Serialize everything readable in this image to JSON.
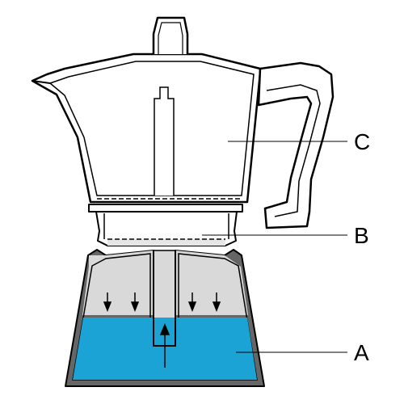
{
  "labels": {
    "a": "A",
    "b": "B",
    "c": "C"
  },
  "colors": {
    "water": "#1aa3d4",
    "steam_chamber": "#d9d9d9",
    "base_wall": "#666666",
    "outline": "#000000",
    "background": "#ffffff"
  },
  "icons": {
    "down_arrows": "arrow-down-icon",
    "up_arrow": "arrow-up-icon"
  }
}
